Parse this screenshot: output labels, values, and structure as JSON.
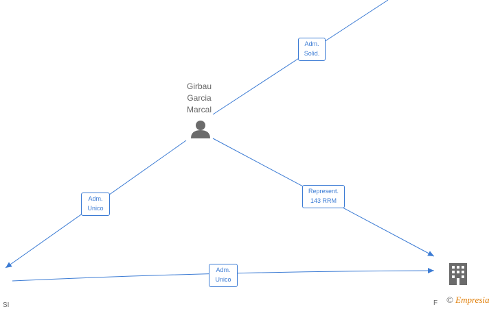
{
  "person": {
    "name_lines": [
      "Girbau",
      "Garcia",
      "Marcal"
    ],
    "icon": "person-icon"
  },
  "company": {
    "icon": "building-icon"
  },
  "edges": [
    {
      "id": "top",
      "lines": [
        "Adm.",
        "Solid."
      ]
    },
    {
      "id": "left",
      "lines": [
        "Adm.",
        "Unico"
      ]
    },
    {
      "id": "right",
      "lines": [
        "Represent.",
        "143 RRM"
      ]
    },
    {
      "id": "bottom",
      "lines": [
        "Adm.",
        "Unico"
      ]
    }
  ],
  "cut_labels": {
    "bottom_left": "SI",
    "bottom_right": "F"
  },
  "watermark": {
    "symbol": "©",
    "brand": "Empresia"
  },
  "colors": {
    "edge": "#3b7bd4",
    "node_icon": "#6b6b6b",
    "text": "#666666"
  }
}
